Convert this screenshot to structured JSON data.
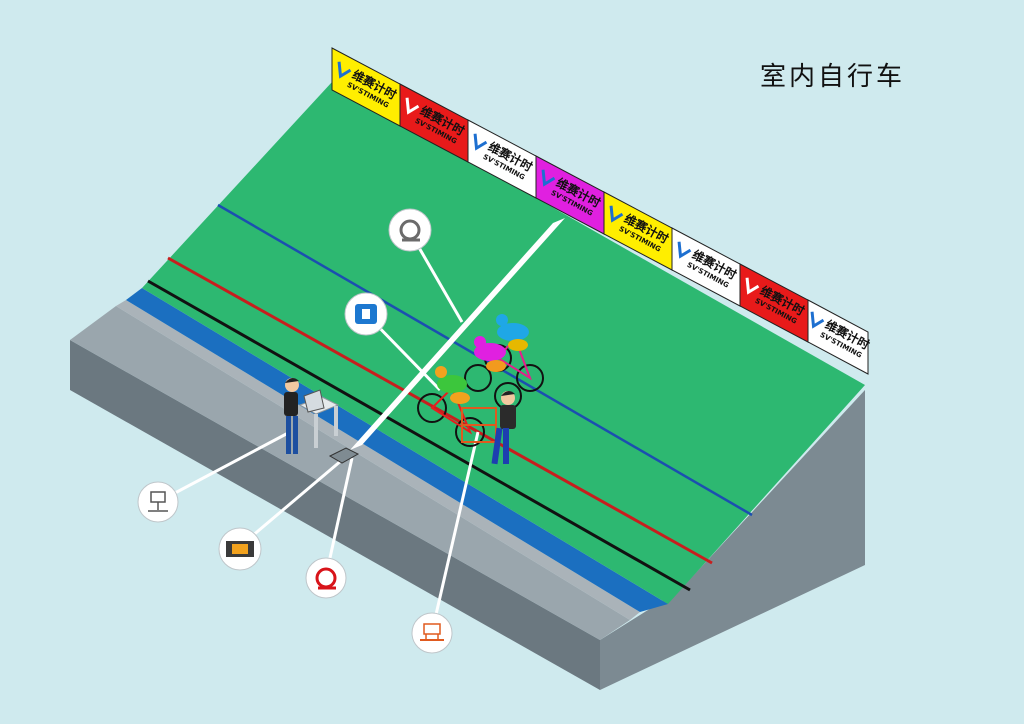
{
  "page": {
    "title": "室内自行车"
  },
  "banner": {
    "brand_cn": "维赛计时",
    "brand_en": "SV'STIMING",
    "panel_colors": [
      "#ffee00",
      "#e81a1a",
      "#ffffff",
      "#e020e0",
      "#ffee00",
      "#ffffff",
      "#e81a1a",
      "#ffffff"
    ]
  },
  "colors": {
    "background": "#cfeaee",
    "track_green": "#2db871",
    "blue_band": "#1b6fc0",
    "red_line": "#c81e1e",
    "black_line": "#111111",
    "finish_line": "#ffffff",
    "callout_orange": "#e05a1f",
    "callout_red": "#d8141a"
  },
  "callouts": [
    {
      "id": "loop-sensor-top",
      "icon": "loop-sensor-icon"
    },
    {
      "id": "transponder-top",
      "icon": "transponder-icon"
    },
    {
      "id": "timing-station",
      "icon": "timing-workstation-icon"
    },
    {
      "id": "decoder-box",
      "icon": "decoder-icon"
    },
    {
      "id": "loop-sensor-bottom",
      "icon": "loop-sensor-icon"
    },
    {
      "id": "start-gate",
      "icon": "start-gate-icon"
    }
  ]
}
